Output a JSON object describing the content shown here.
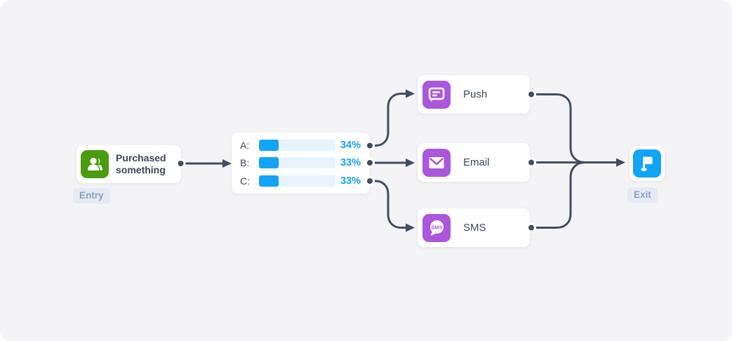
{
  "canvas": {
    "background": "#F4F4F6",
    "type": "automation-flow-builder"
  },
  "colors": {
    "entry_icon_green": "#4A9B10",
    "channel_icon_purple": "#AB57DB",
    "exit_icon_blue": "#10A5F5",
    "bar_fill_blue": "#12A4F6",
    "bar_track": "#E8F4FD",
    "connector_slate": "#414D63",
    "card_white": "#FFFFFF",
    "tag_background": "#E6EAF2",
    "tag_text": "#8AA0C4",
    "node_text": "#3D4756"
  },
  "entry": {
    "title": "Purchased something",
    "tag": "Entry",
    "icon": "users-icon"
  },
  "split": {
    "rows": [
      {
        "label": "A:",
        "percent": "34%",
        "value": 34,
        "fill_style": "width:26%"
      },
      {
        "label": "B:",
        "percent": "33%",
        "value": 33,
        "fill_style": "width:26%"
      },
      {
        "label": "C:",
        "percent": "33%",
        "value": 33,
        "fill_style": "width:26%"
      }
    ]
  },
  "channels": [
    {
      "label": "Push",
      "icon": "push-chat-icon"
    },
    {
      "label": "Email",
      "icon": "email-envelope-icon"
    },
    {
      "label": "SMS",
      "icon": "sms-bubble-icon"
    }
  ],
  "exit": {
    "tag": "Exit",
    "icon": "flag-icon"
  }
}
